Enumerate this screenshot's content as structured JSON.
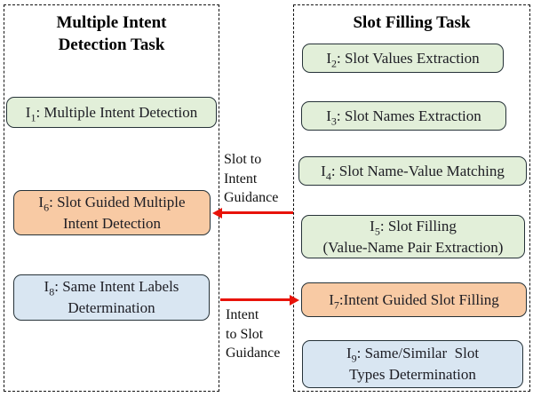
{
  "figure": {
    "left_panel_title": "Multiple Intent\nDetection Task",
    "right_panel_title": "Slot Filling Task"
  },
  "nodes": {
    "i1": {
      "prefix": "I",
      "sub": "1",
      "rest": ": Multiple Intent Detection",
      "line2": "",
      "fill": "green"
    },
    "i6": {
      "prefix": "I",
      "sub": "6",
      "rest": ": Slot Guided Multiple",
      "line2": "Intent Detection",
      "fill": "orange"
    },
    "i8": {
      "prefix": "I",
      "sub": "8",
      "rest": ": Same Intent Labels",
      "line2": "Determination",
      "fill": "blue"
    },
    "i2": {
      "prefix": "I",
      "sub": "2",
      "rest": ": Slot Values Extraction",
      "line2": "",
      "fill": "green"
    },
    "i3": {
      "prefix": "I",
      "sub": "3",
      "rest": ": Slot Names Extraction",
      "line2": "",
      "fill": "green"
    },
    "i4": {
      "prefix": "I",
      "sub": "4",
      "rest": ": Slot Name-Value Matching",
      "line2": "",
      "fill": "green"
    },
    "i5": {
      "prefix": "I",
      "sub": "5",
      "rest": ": Slot Filling",
      "line2": "(Value-Name Pair Extraction)",
      "fill": "green"
    },
    "i7": {
      "prefix": "I",
      "sub": "7",
      "rest": ":Intent Guided Slot Filling",
      "line2": "",
      "fill": "orange"
    },
    "i9": {
      "prefix": "I",
      "sub": "9",
      "rest": ": Same/Similar  Slot",
      "line2": "Types Determination",
      "fill": "blue"
    }
  },
  "arrows": {
    "slot_to_intent": {
      "label": "Slot to\nIntent\nGuidance",
      "direction": "right-to-left",
      "color": "#e81309"
    },
    "intent_to_slot": {
      "label": "Intent\nto Slot\nGuidance",
      "direction": "left-to-right",
      "color": "#e81309"
    }
  },
  "colors": {
    "node_fill_green": "#e2efd9",
    "node_fill_orange": "#f8caa4",
    "node_fill_blue": "#d9e6f2",
    "node_border": "#263238",
    "panel_border": "#141414",
    "arrow_red": "#e81309"
  }
}
